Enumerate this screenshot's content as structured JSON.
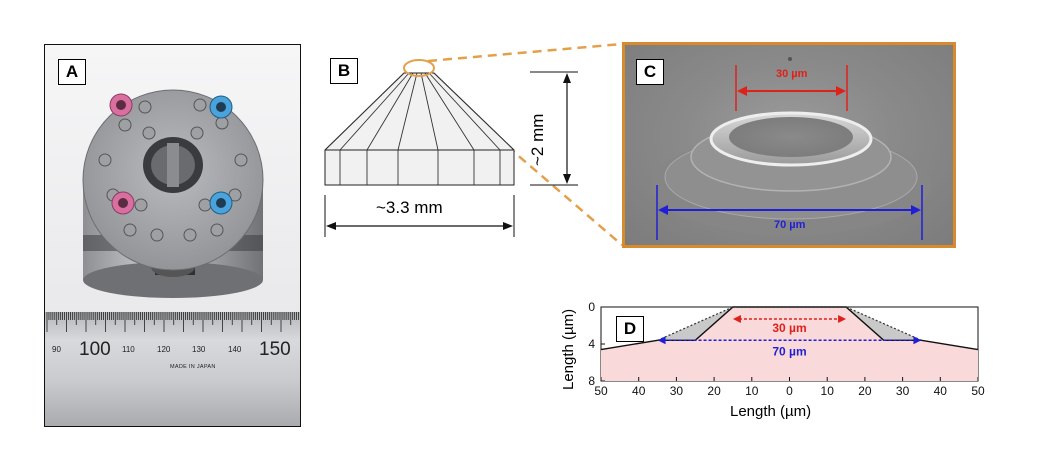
{
  "panels": {
    "a": {
      "label": "A"
    },
    "b": {
      "label": "B"
    },
    "c": {
      "label": "C"
    },
    "d": {
      "label": "D"
    }
  },
  "ruler": {
    "numbers": [
      "90",
      "100",
      "110",
      "120",
      "130",
      "140",
      "150"
    ],
    "maker": "MADE IN JAPAN"
  },
  "panel_b": {
    "width_label": "~3.3 mm",
    "height_label": "~2 mm"
  },
  "panel_c": {
    "top_dim": "30 µm",
    "bottom_dim": "70 µm"
  },
  "chart_data": {
    "type": "area",
    "xlabel": "Length (µm)",
    "ylabel": "Length (µm)",
    "xlim": [
      -50,
      50
    ],
    "ylim": [
      8,
      0
    ],
    "x_ticks": [
      "50",
      "40",
      "30",
      "20",
      "10",
      "0",
      "10",
      "20",
      "30",
      "40",
      "50"
    ],
    "y_ticks": [
      "0",
      "4",
      "8"
    ],
    "profile": {
      "x": [
        -50,
        -35,
        -25,
        -15,
        15,
        25,
        35,
        50
      ],
      "y": [
        4.6,
        3.6,
        3.6,
        0,
        0,
        3.6,
        3.6,
        4.6
      ]
    },
    "ideal_profile": {
      "x": [
        -35,
        -15,
        15,
        35
      ],
      "y": [
        3.6,
        0,
        0,
        3.6
      ]
    },
    "annotations": [
      {
        "text": "30 µm",
        "from": -15,
        "to": 15,
        "y": 1.3,
        "color": "#e0201b"
      },
      {
        "text": "70 µm",
        "from": -35,
        "to": 35,
        "y": 3.6,
        "color": "#1f1fd6"
      }
    ]
  }
}
